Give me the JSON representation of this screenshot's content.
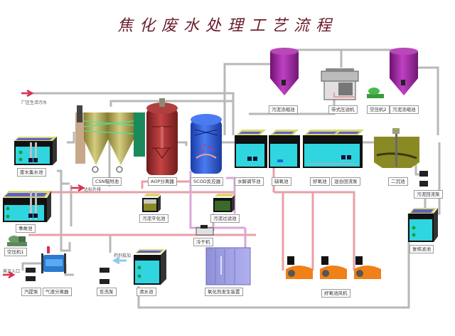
{
  "title": "焦化废水处理工艺流程",
  "colors": {
    "pipe_gray": "#b8b8b8",
    "pipe_pink": "#e8a0a8",
    "pipe_lilac": "#d8a8d8",
    "water": "#2fd6df",
    "sludge": "#8a8a24",
    "silo_purple": "#a62aa6",
    "tank_red": "#a83030",
    "tank_blue": "#2e5fe0",
    "blower_orange": "#f08018",
    "csn_olive": "#b8b060",
    "green_panel": "#1a8a5a",
    "arrow_red": "#d83050",
    "title_color": "#6a1d2c"
  },
  "notes": {
    "inlet": "厂区生活污水",
    "discharge": "达标外排",
    "steam_in": "蒸汽入口",
    "makeup": "药剂投加"
  },
  "labels": {
    "wastewater_sump": "废水集水池",
    "accident_pool": "事故池",
    "air_compressor_1": "空压机1",
    "steam_pump": "汽提泵",
    "gas_liquid_separator": "气液分离器",
    "backwash_pump": "反洗泵",
    "clear_water_pool": "清水池",
    "csn_tower": "CSN吸附池",
    "aop_separator": "AOP分离器",
    "scod_reactor": "SCOD反应器",
    "sludge_thickening": "污泥平化池",
    "sludge_filter": "污泥过滤池",
    "chiller": "冷干机",
    "ozone_generator": "氧化剂发生装置",
    "hydrolysis_tank": "水解调节池",
    "anoxic_tank": "缺氧池",
    "aerobic_tank": "好氧池",
    "mixed_return_pump": "混合回流泵",
    "secondary_clarifier": "二沉池",
    "sludge_return_pump": "污泥回流泵",
    "final_filter": "复核滤池",
    "aerobic_blower": "好氧池风机",
    "sludge_tank_left": "污泥浓缩池",
    "sludge_tank_right": "污泥浓缩池",
    "belt_filter_press": "带式压滤机",
    "air_compressor_2": "空压机2"
  }
}
